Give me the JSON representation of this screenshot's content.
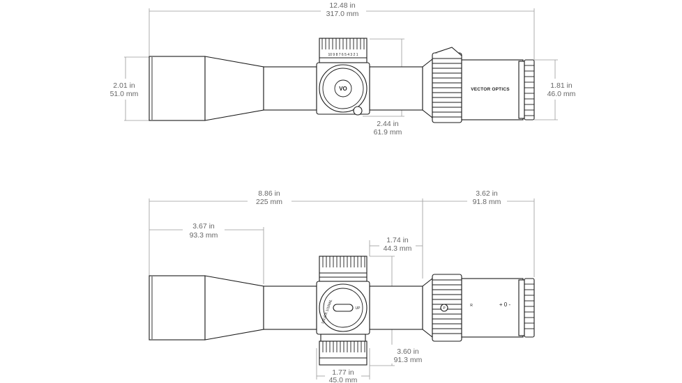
{
  "colors": {
    "outline": "#1a1a1a",
    "dimension_line": "#9a9a9a",
    "dimension_text": "#666666",
    "background": "#ffffff"
  },
  "top_view": {
    "overall_length": {
      "in": "12.48 in",
      "mm": "317.0 mm"
    },
    "objective_diameter": {
      "in": "2.01 in",
      "mm": "51.0 mm"
    },
    "eyepiece_diameter": {
      "in": "1.81 in",
      "mm": "46.0 mm"
    },
    "turret_height": {
      "in": "2.44 in",
      "mm": "61.9 mm"
    },
    "brand_text": "VECTOR OPTICS",
    "logo_text": "VO",
    "turret_numbers": "10 9 8 7 6 5 4 3 2 1"
  },
  "side_view": {
    "mount_length": {
      "in": "8.86 in",
      "mm": "225 mm"
    },
    "eye_relief_section": {
      "in": "3.62 in",
      "mm": "91.8 mm"
    },
    "objective_to_turret": {
      "in": "3.67 in",
      "mm": "93.3 mm"
    },
    "turret_spacing": {
      "in": "1.74 in",
      "mm": "44.3 mm"
    },
    "turret_width": {
      "in": "1.77 in",
      "mm": "45.0 mm"
    },
    "turret_vertical": {
      "in": "3.60 in",
      "mm": "91.3 mm"
    },
    "turret_label": "1CLICK 1/10MIL",
    "up_label": "UP",
    "r_label": "R",
    "focus_marks": "+ 0 -",
    "parallax_label": "P"
  }
}
